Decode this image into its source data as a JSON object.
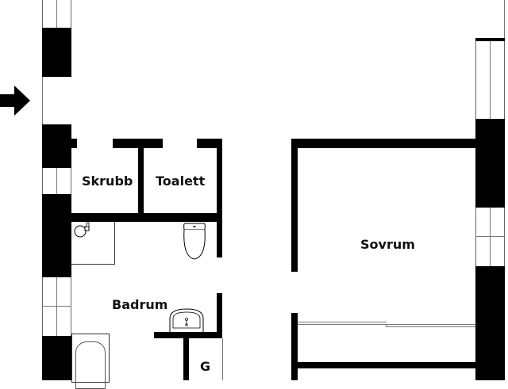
{
  "plan": {
    "type": "floor-plan",
    "rooms": [
      {
        "id": "skrubb",
        "label": "Skrubb"
      },
      {
        "id": "toalett",
        "label": "Toalett"
      },
      {
        "id": "badrum",
        "label": "Badrum"
      },
      {
        "id": "sovrum",
        "label": "Sovrum"
      },
      {
        "id": "g",
        "label": "G"
      }
    ],
    "entrance": {
      "icon": "entrance-arrow-icon",
      "direction": "right"
    },
    "fixtures": [
      "washbasin-small",
      "toilet",
      "washbasin",
      "bathtub"
    ],
    "colors": {
      "wall": "#000000",
      "background": "#ffffff",
      "thin_line": "#777777"
    }
  }
}
